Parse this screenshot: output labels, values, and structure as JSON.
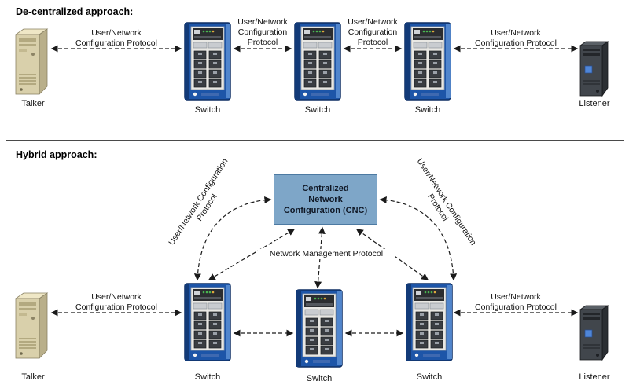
{
  "titles": {
    "decentralized": "De-centralized approach:",
    "hybrid": "Hybrid approach:"
  },
  "devices": {
    "talker": "Talker",
    "listener": "Listener",
    "switch": "Switch"
  },
  "protocols": {
    "user_network": "User/Network Configuration Protocol",
    "network_management": "Network Management Protocol"
  },
  "cnc": {
    "lines": [
      "Centralized",
      "Network",
      "Configuration (CNC)"
    ]
  },
  "colors": {
    "cnc_fill": "#7ea6c8",
    "cnc_border": "#4d7aa2",
    "arrow": "#1a1a1a",
    "switch_blue": "#1d55a8",
    "talker_beige": "#d9d0ab",
    "listener_gray": "#41464c"
  }
}
